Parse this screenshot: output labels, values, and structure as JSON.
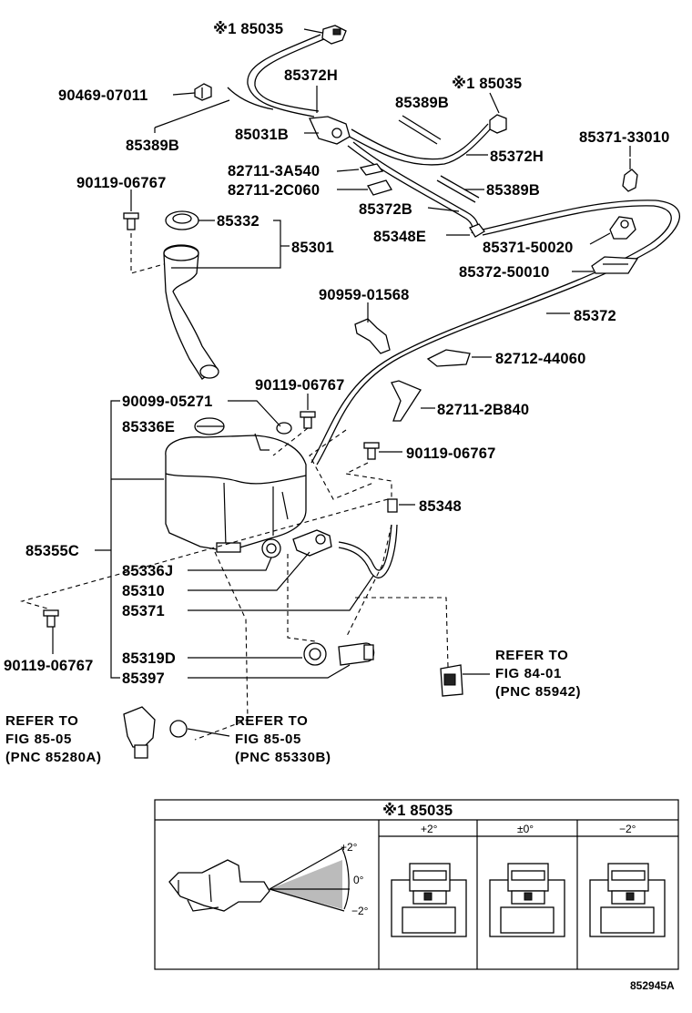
{
  "labels": {
    "l_85035_top": "※1 85035",
    "l_90469": "90469-07011",
    "l_85372H_a": "85372H",
    "l_85035_b": "※1 85035",
    "l_85389B_a": "85389B",
    "l_85031B": "85031B",
    "l_85389B_b": "85389B",
    "l_85372H_b": "85372H",
    "l_85371_33010": "85371-33010",
    "l_82711_3A540": "82711-3A540",
    "l_82711_2C060": "82711-2C060",
    "l_85389B_c": "85389B",
    "l_90119_a": "90119-06767",
    "l_85372B": "85372B",
    "l_85332": "85332",
    "l_85348E": "85348E",
    "l_85301": "85301",
    "l_85371_50020": "85371-50020",
    "l_85372_50010": "85372-50010",
    "l_90959": "90959-01568",
    "l_85372": "85372",
    "l_82712": "82712-44060",
    "l_90119_b": "90119-06767",
    "l_90099": "90099-05271",
    "l_82711_2B840": "82711-2B840",
    "l_85336E": "85336E",
    "l_90119_c": "90119-06767",
    "l_85348": "85348",
    "l_85355C": "85355C",
    "l_85336J": "85336J",
    "l_85310": "85310",
    "l_85371": "85371",
    "l_90119_d": "90119-06767",
    "l_85319D": "85319D",
    "l_85397": "85397"
  },
  "refs": {
    "ref_84": [
      "REFER TO",
      "FIG 84-01",
      "(PNC 85942)"
    ],
    "ref_85280A": [
      "REFER TO",
      "FIG 85-05",
      "(PNC 85280A)"
    ],
    "ref_85330B": [
      "REFER TO",
      "FIG 85-05",
      "(PNC 85330B)"
    ]
  },
  "inset": {
    "title": "※1 85035",
    "col1": "+2°",
    "col2": "±0°",
    "col3": "−2°",
    "angle_top": "+2°",
    "angle_mid": "0°",
    "angle_bot": "−2°"
  },
  "diagram_id": "852945A"
}
